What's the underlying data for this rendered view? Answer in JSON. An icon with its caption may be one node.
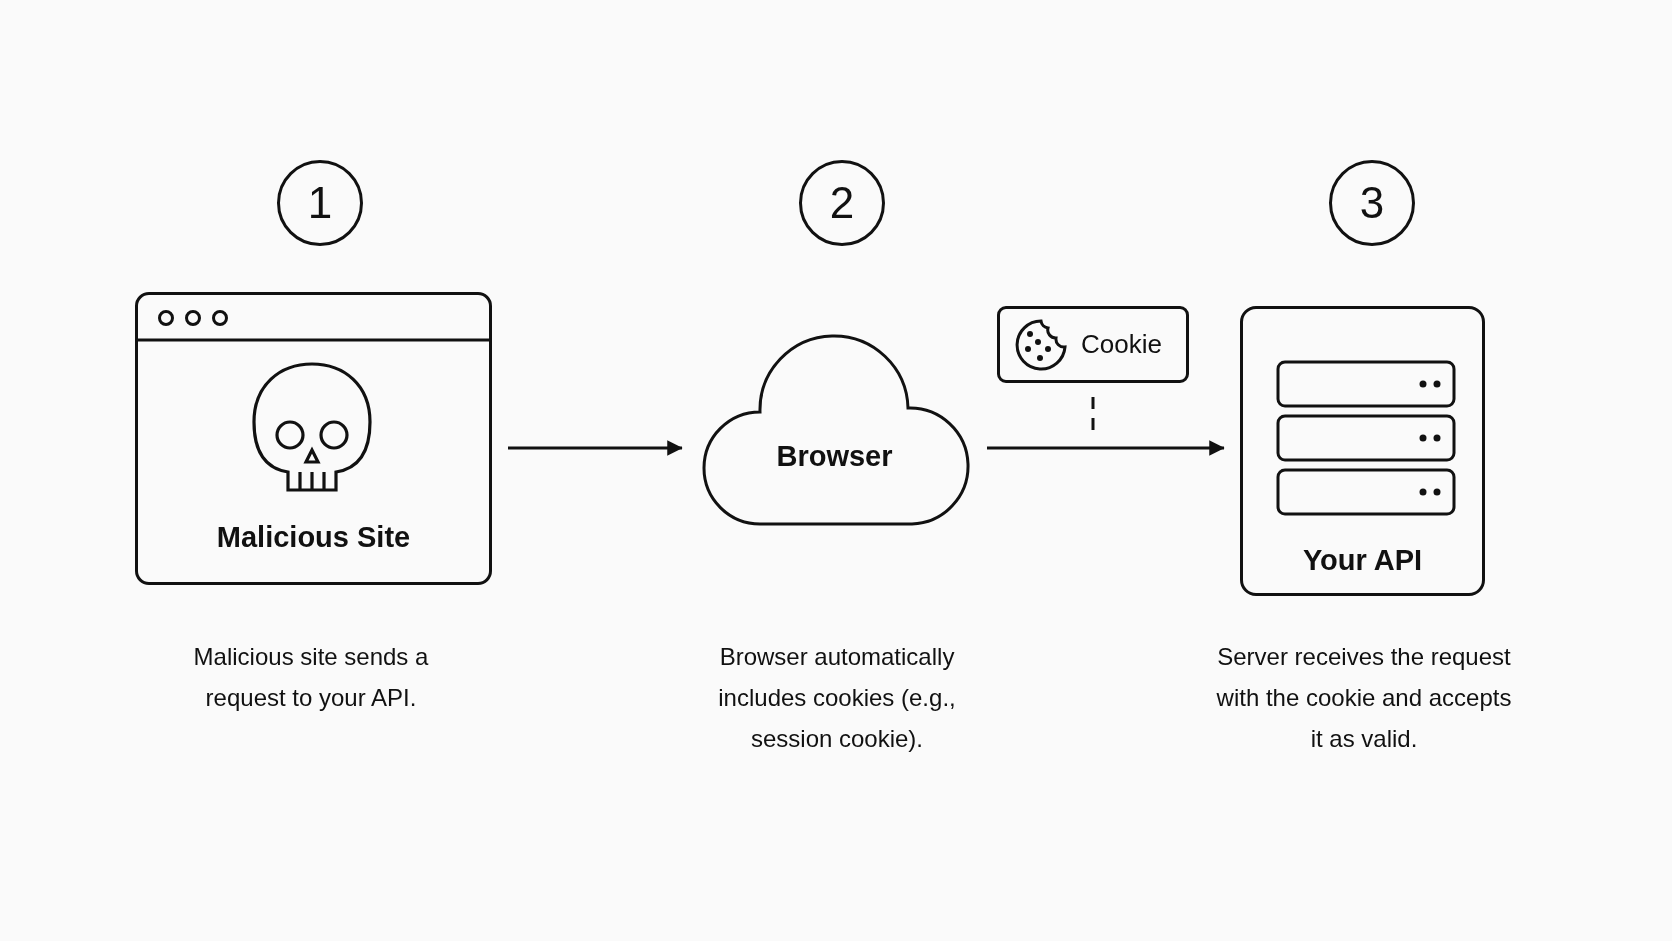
{
  "diagram": {
    "nodes": [
      {
        "text": [
          "1"
        ]
      },
      {
        "text": [
          "2"
        ]
      },
      {
        "text": [
          "3"
        ]
      },
      {
        "text": [
          "Malicious Site"
        ]
      },
      {
        "text": [
          "Browser"
        ]
      },
      {
        "text": [
          "Cookie"
        ]
      },
      {
        "text": [
          "Your API"
        ]
      }
    ],
    "labels": [
      "Malicious site sends a request to your API.",
      "Browser automatically includes cookies (e.g., session cookie).",
      "Server receives the request with the cookie and accepts it as valid."
    ],
    "edges": [
      {
        "from": 3,
        "to": 4,
        "arrow": "to"
      },
      {
        "from": 4,
        "to": 6,
        "arrow": "to"
      },
      {
        "from": 5,
        "to": null,
        "arrow": "none",
        "style": "dashed"
      }
    ]
  }
}
